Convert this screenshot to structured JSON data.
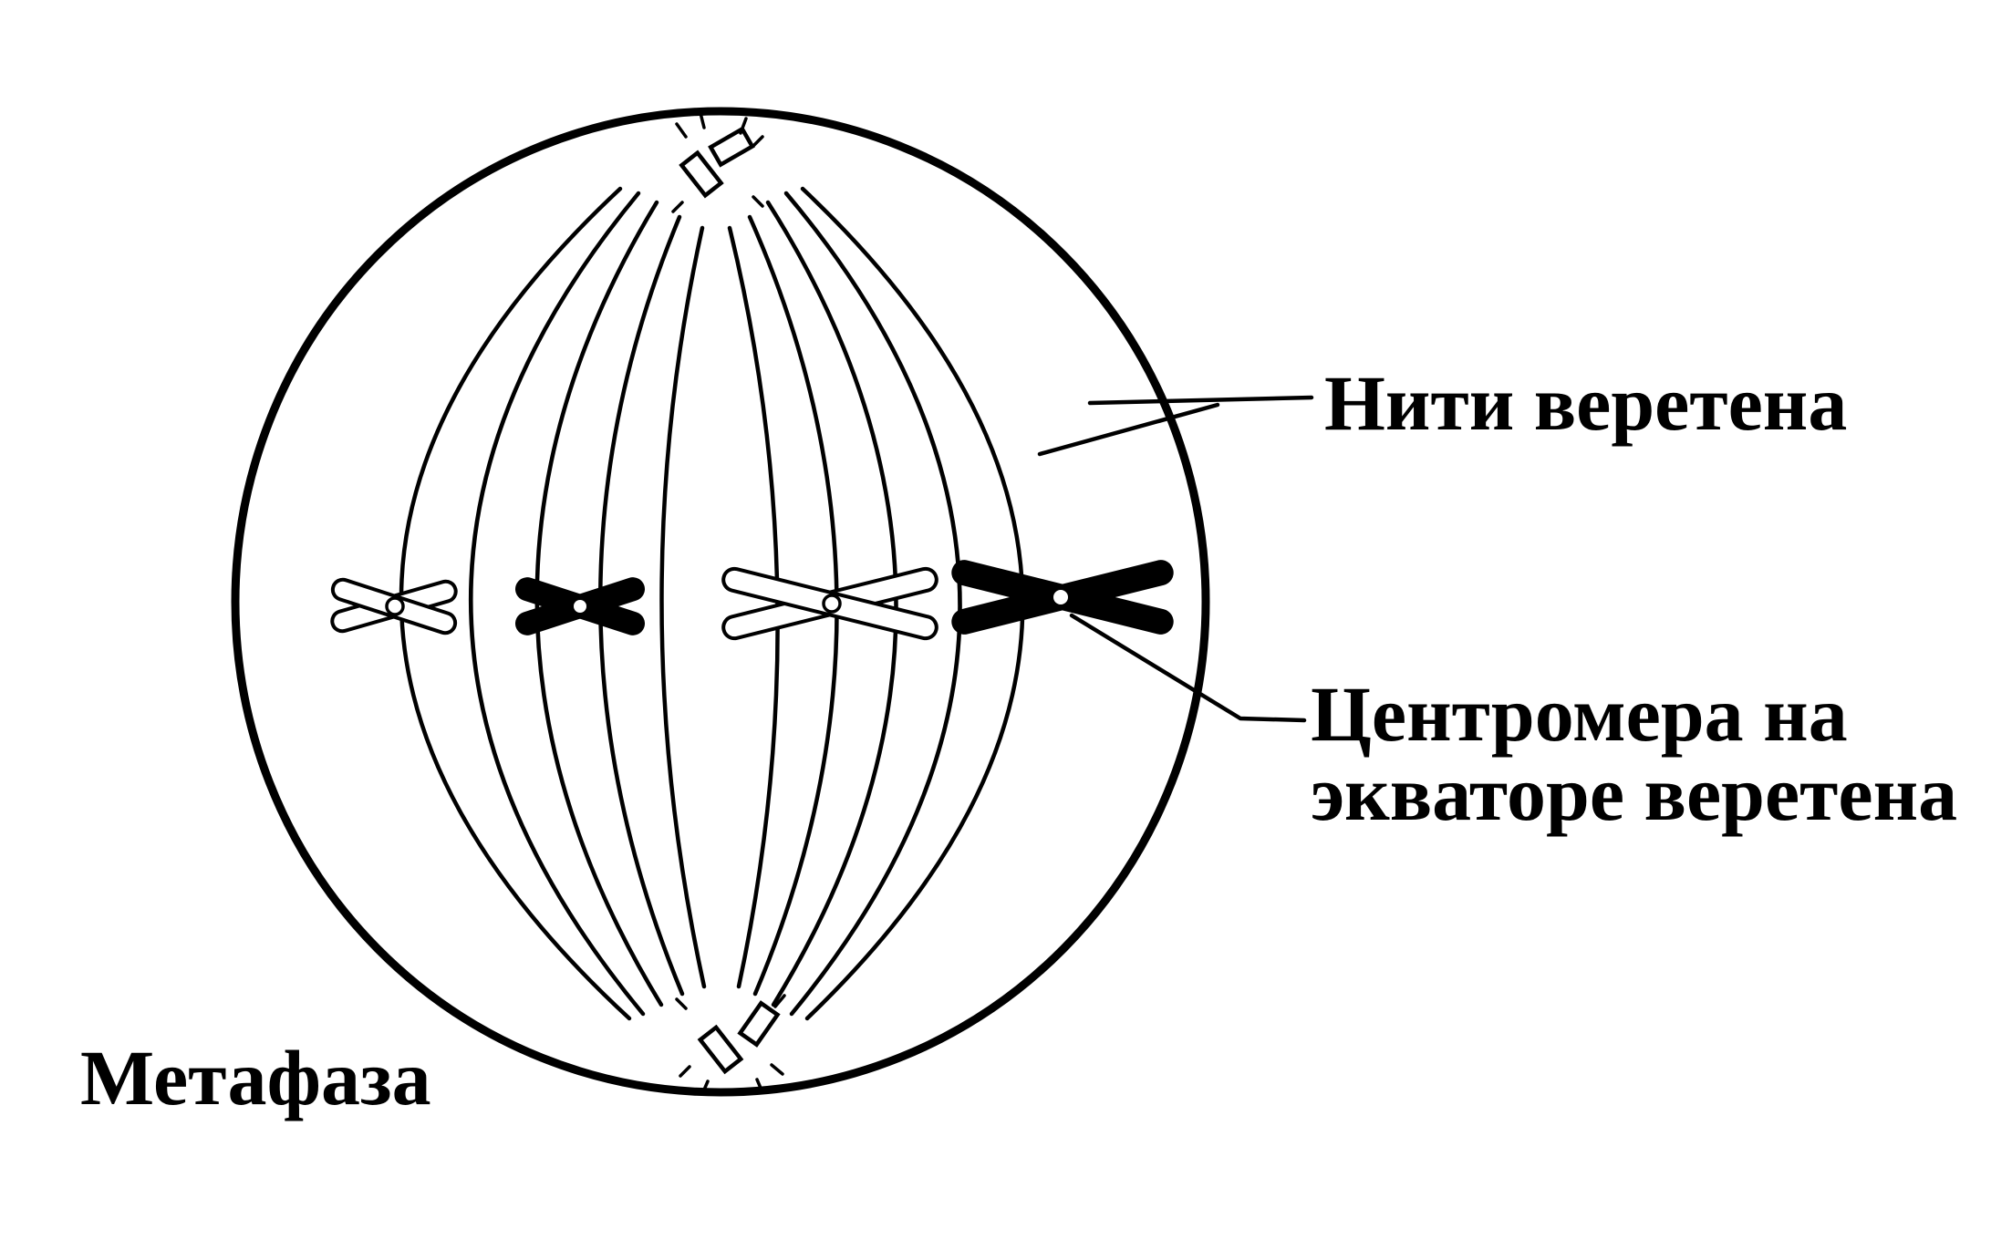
{
  "labels": {
    "spindle_fibers": "Нити веретена",
    "centromere_line1": "Центромера на",
    "centromere_line2": "экваторе веретена",
    "stage": "Метафаза"
  },
  "colors": {
    "ink": "#000000",
    "background": "#ffffff"
  },
  "chromosomes": [
    {
      "name": "chromosome-outline-small",
      "style": "outline"
    },
    {
      "name": "chromosome-solid-small",
      "style": "solid"
    },
    {
      "name": "chromosome-outline-large",
      "style": "outline"
    },
    {
      "name": "chromosome-solid-large",
      "style": "solid"
    }
  ]
}
